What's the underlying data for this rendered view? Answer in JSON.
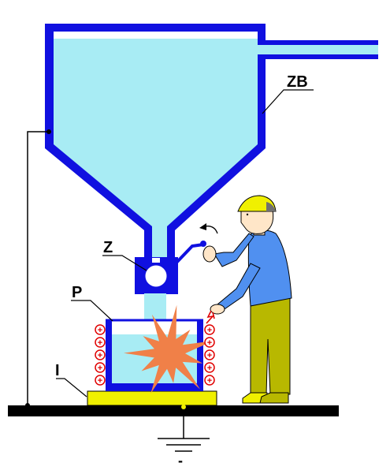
{
  "labels": {
    "silo": "ZB",
    "valve": "Z",
    "container": "P",
    "insulator": "I",
    "ground_sign": "-"
  },
  "charge_symbol": "+",
  "colors": {
    "silo_wall": "#1010e0",
    "powder": "#a8ecf4",
    "insulator": "#f0f000",
    "floor": "#000000",
    "charge": "#e00000",
    "explosion": "#f08048",
    "worker_shirt": "#5090f0",
    "worker_pants": "#b8b800",
    "worker_skin": "#ffe6c8",
    "helmet": "#f0f000"
  },
  "icons": [
    "ground-symbol",
    "explosion-burst",
    "positive-charge",
    "spark"
  ]
}
